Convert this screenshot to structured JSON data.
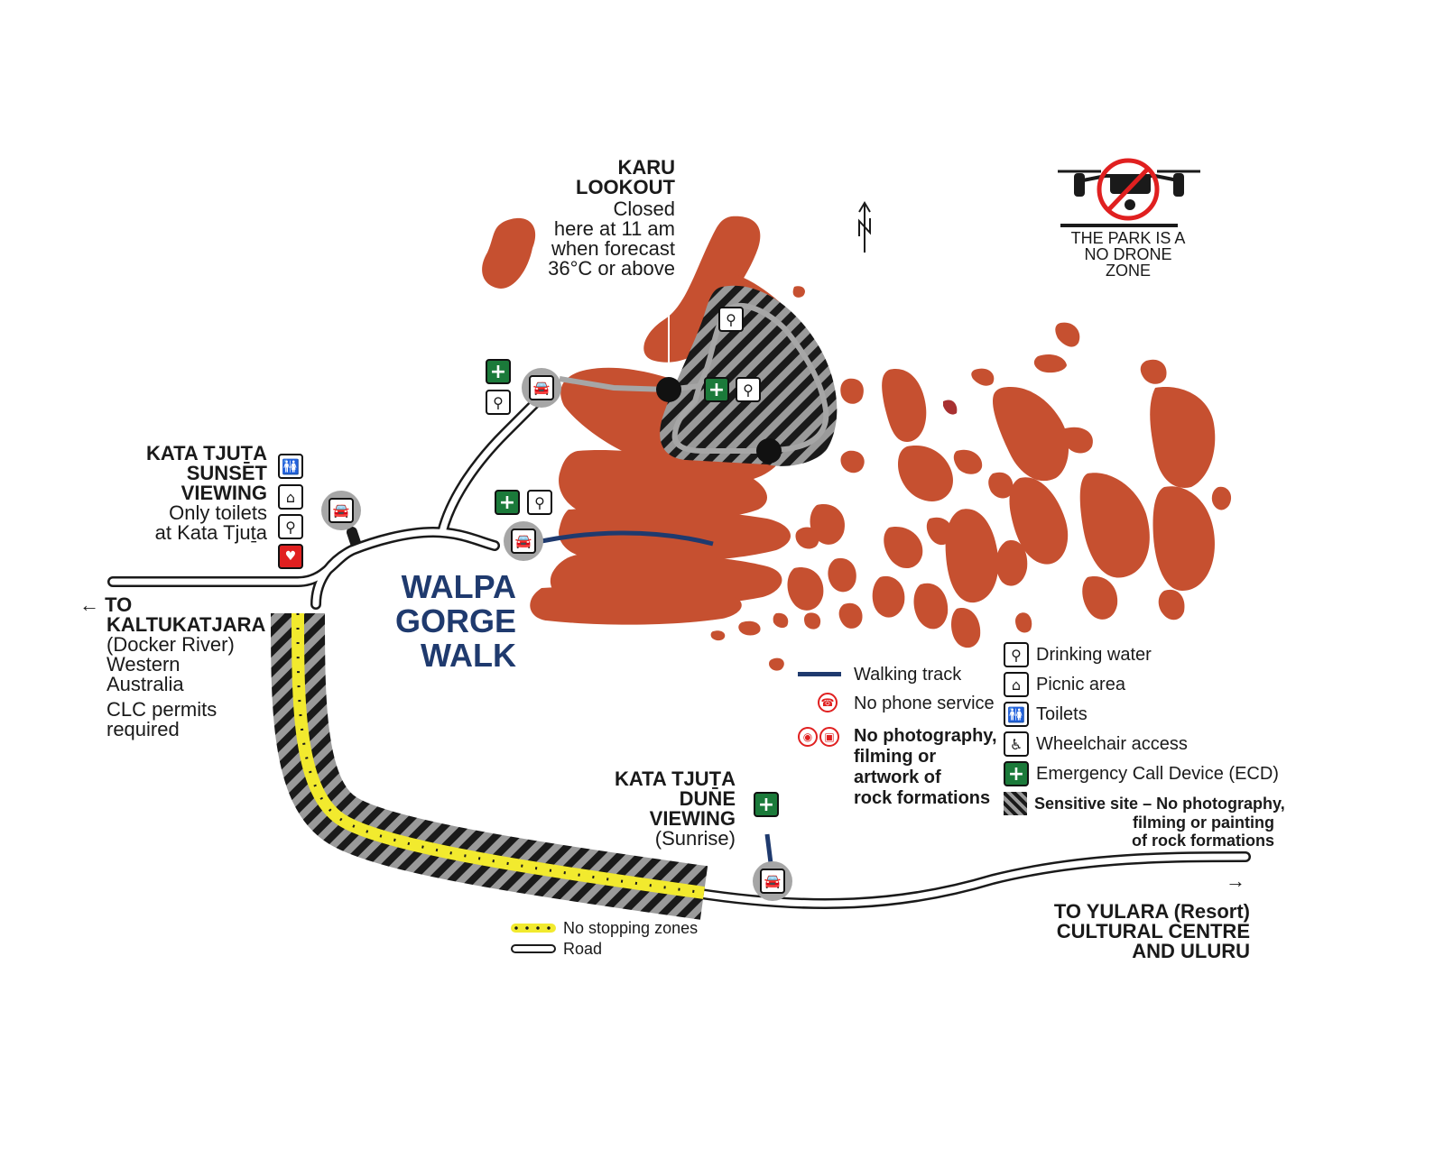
{
  "map": {
    "colors": {
      "rock": "#c65030",
      "road_fill": "#ffffff",
      "road_outline": "#1a1a1a",
      "walking_track": "#1f3a6e",
      "sensitive_hatch": "#1a1a1a",
      "no_stopping": "#f2ea2e",
      "ecd_green": "#1b7a3a",
      "badge_grey": "#a6a6a6",
      "prohibition_red": "#e02020"
    },
    "drone": {
      "line1": "THE PARK IS A",
      "line2": "NO DRONE",
      "line3": "ZONE",
      "icon": "no-drone-icon"
    },
    "north": {
      "icon": "north-arrow-icon"
    },
    "karu": {
      "title1": "KARU",
      "title2": "LOOKOUT",
      "note1": "Closed",
      "note2": "here at 11 am",
      "note3": "when forecast",
      "note4": "36°C or above"
    },
    "sunset": {
      "title1": "KATA TJUṮA",
      "title2": "SUNSET",
      "title3": "VIEWING",
      "note1": "Only toilets",
      "note2": "at Kata Tjuṯa"
    },
    "walpa": {
      "line1": "WALPA",
      "line2": "GORGE",
      "line3": "WALK"
    },
    "to_west": {
      "arrow": "←",
      "line1": "TO",
      "line2": "KALTUKATJARA",
      "line3": "(Docker River)",
      "line4": "Western",
      "line5": "Australia",
      "line6": "CLC permits",
      "line7": "required"
    },
    "dune": {
      "title1": "KATA TJUṮA",
      "title2": "DUNE",
      "title3": "VIEWING",
      "note": "(Sunrise)"
    },
    "to_east": {
      "arrow": "→",
      "line1": "TO YULARA (Resort)",
      "line2": "CULTURAL CENTRE",
      "line3": "AND ULURU"
    },
    "legend_left": [
      {
        "icon": "walking-track-line",
        "label": "Walking track"
      },
      {
        "icon": "no-phone-icon",
        "label": "No phone service"
      },
      {
        "icon": "no-photo-icon",
        "label1": "No photography,",
        "label2": "filming or",
        "label3": "artwork of",
        "label4": "rock formations"
      }
    ],
    "legend_right": [
      {
        "icon": "drinking-water-icon",
        "label": "Drinking water"
      },
      {
        "icon": "picnic-area-icon",
        "label": "Picnic area"
      },
      {
        "icon": "toilets-icon",
        "label": "Toilets"
      },
      {
        "icon": "wheelchair-icon",
        "label": "Wheelchair access"
      },
      {
        "icon": "ecd-icon",
        "label": "Emergency Call Device (ECD)"
      }
    ],
    "sensitive": {
      "bold": "Sensitive site",
      "rest1": " – No photography,",
      "rest2": "filming or painting",
      "rest3": "of rock formations"
    },
    "bottom_legend": {
      "no_stopping": "No stopping zones",
      "road": "Road"
    }
  }
}
